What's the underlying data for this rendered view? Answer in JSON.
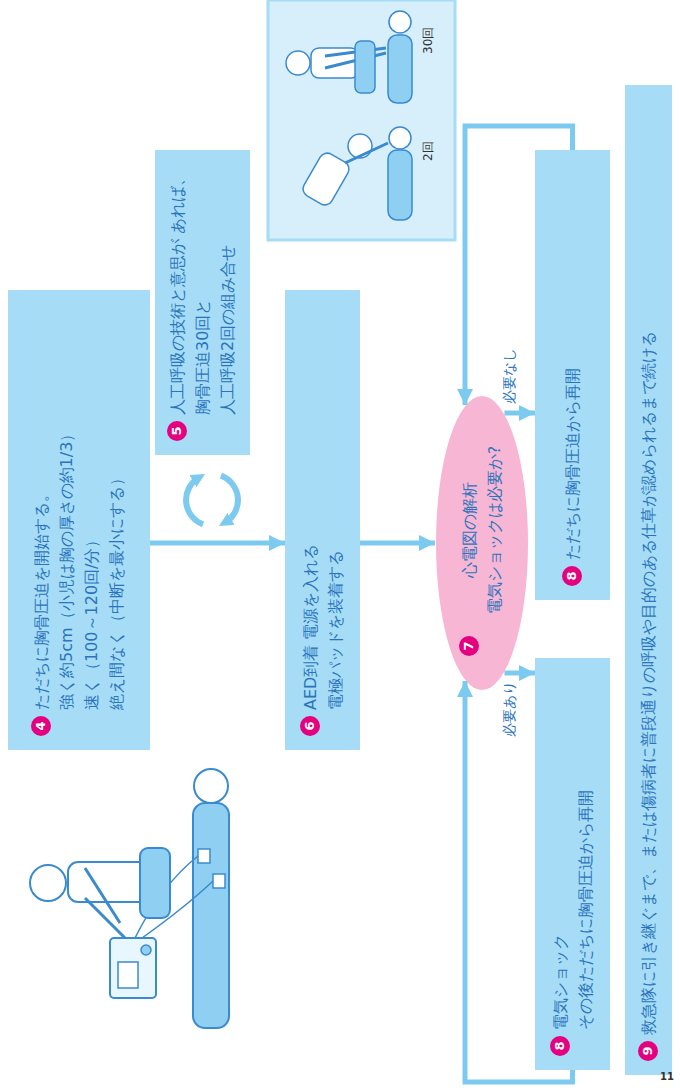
{
  "diagram": {
    "nodes": [
      {
        "text": [
          "4",
          "ただちに胸骨圧迫を開始する。",
          "強く約5cm（小児は胸の厚さの約1/3）",
          "速く（100～120回/分）",
          "絶え間なく（中断を最小にする）"
        ]
      },
      {
        "text": [
          "5",
          "人工呼吸の技術と意思が あれば、胸骨圧迫30回と 人工呼吸2回の組み合せ"
        ]
      },
      {
        "text": [
          "6",
          "AED到着 電源を入れる 電極パッドを装着する"
        ]
      },
      {
        "text": [
          "7",
          "心電図の解析 電気ショックは必要か?"
        ]
      },
      {
        "text": [
          "8",
          "電気ショック その後ただちに胸骨圧迫から再開"
        ]
      },
      {
        "text": [
          "8",
          "ただちに胸骨圧迫から再開"
        ]
      },
      {
        "text": [
          "9",
          "救急隊に引き継ぐまで、または傷病者に普段通りの呼吸や目的のある仕草が認められるまで続ける"
        ]
      }
    ],
    "edges": [
      {
        "from": 0,
        "to": 2,
        "arrow": "to"
      },
      {
        "from": 2,
        "to": 3,
        "arrow": "to"
      },
      {
        "from": 3,
        "to": 4,
        "label": "必要あり",
        "arrow": "to"
      },
      {
        "from": 3,
        "to": 5,
        "label": "必要なし",
        "arrow": "to"
      },
      {
        "from": 4,
        "to": 3,
        "arrow": "to"
      },
      {
        "from": 5,
        "to": 3,
        "arrow": "to"
      }
    ],
    "labels": [
      "30回",
      "2回",
      "11"
    ]
  }
}
